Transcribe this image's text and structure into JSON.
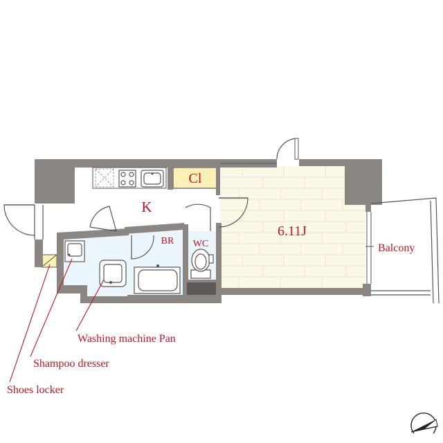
{
  "rooms": {
    "kitchen": "K",
    "closet": "Cl",
    "bathroom": "BR",
    "toilet": "WC",
    "main_room": "6.11J",
    "balcony": "Balcony"
  },
  "callouts": {
    "washing_machine_pan": "Washing machine Pan",
    "shampoo_dresser": "Shampoo dresser",
    "shoes_locker": "Shoes locker"
  },
  "colors": {
    "wall": "#8c8682",
    "label_red": "#c0131e",
    "closet_fill": "#fbf0b6",
    "main_room_fill": "#fcf8e8",
    "wet_area_fill": "#eaf5fc",
    "shoe_locker_fill": "#fbf0b6"
  },
  "icons": {
    "compass": "north-arrow-icon"
  }
}
